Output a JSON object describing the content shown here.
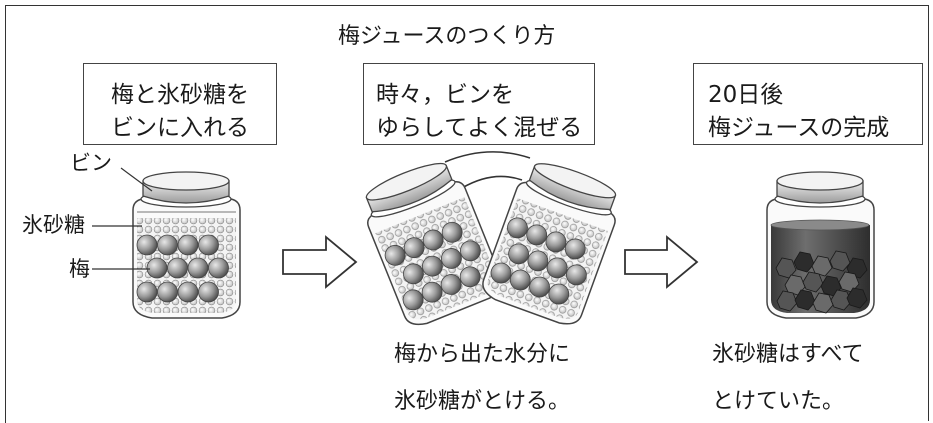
{
  "title": "梅ジュースのつくり方",
  "steps": [
    {
      "line1": "梅と氷砂糖を",
      "line2": "ビンに入れる"
    },
    {
      "line1": "時々，ビンを",
      "line2": "ゆらしてよく混ぜる"
    },
    {
      "line1": "20日後",
      "line2": "梅ジュースの完成"
    }
  ],
  "labels": {
    "bin": "ビン",
    "koorizato": "氷砂糖",
    "ume": "梅"
  },
  "captions": {
    "middle": {
      "line1": "梅から出た水分に",
      "line2": "氷砂糖がとける。"
    },
    "right": {
      "line1": "氷砂糖はすべて",
      "line2": "とけていた。"
    }
  }
}
